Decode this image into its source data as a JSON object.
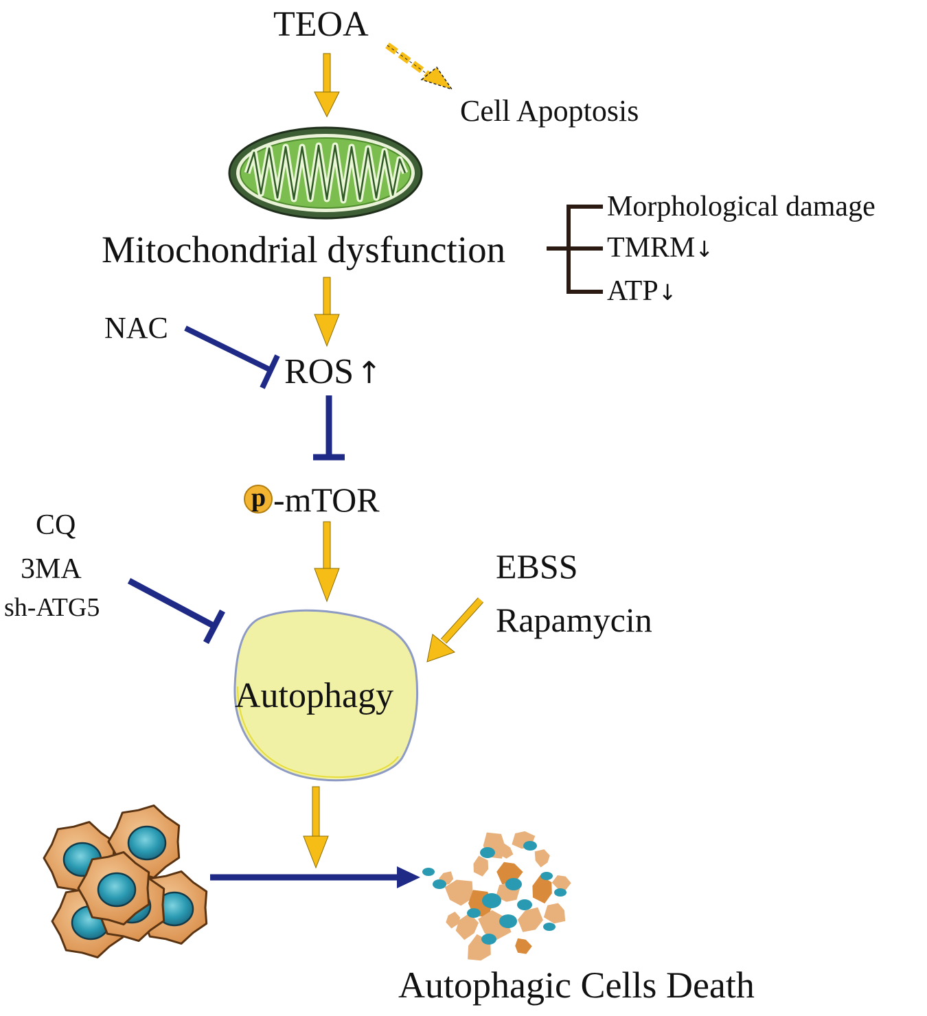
{
  "title": "TEOA",
  "nodes": {
    "apoptosis": "Cell Apoptosis",
    "mito": "Mitochondrial dysfunction",
    "ros": "ROS",
    "ros_arrow": "↑",
    "p_badge": "p",
    "mtor": "-mTOR",
    "autophagy": "Autophagy",
    "death": "Autophagic Cells Death"
  },
  "effects": [
    {
      "text": "Morphological damage",
      "arrow": ""
    },
    {
      "text": "TMRM",
      "arrow": "↓"
    },
    {
      "text": "ATP",
      "arrow": "↓"
    }
  ],
  "inhibitors": {
    "nac": "NAC",
    "autophagy": [
      "CQ",
      "3MA",
      "sh-ATG5"
    ]
  },
  "inducers": [
    "EBSS",
    "Rapamycin"
  ],
  "colors": {
    "yellow_arrow": "#f6bd16",
    "blue_line": "#1f2a86",
    "bracket": "#2a1a12",
    "cell_body": "#e8a868",
    "nucleus": "#2a9ab2",
    "mito_outer": "#2e4a2a",
    "mito_inner": "#7bbd4e",
    "autophagy_fill": "#f1f1a6"
  },
  "icons": [
    "mitochondrion-icon",
    "autophagosome-icon",
    "cancer-cells-icon",
    "cell-debris-icon",
    "phospho-badge-icon"
  ]
}
